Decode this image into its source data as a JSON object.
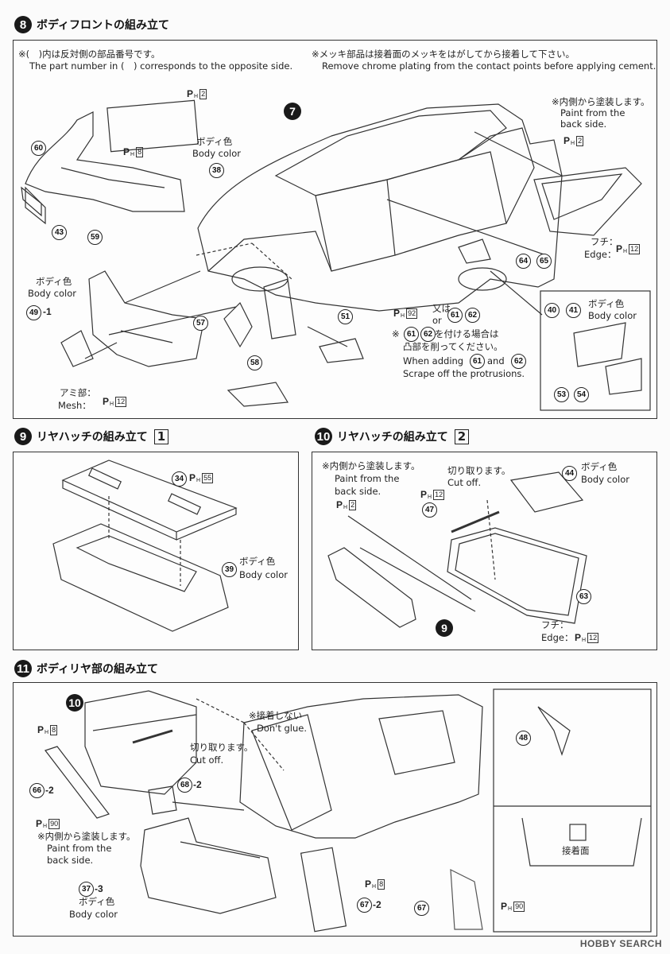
{
  "sections": {
    "s8": {
      "num": "8",
      "title": "ボディフロントの組み立て"
    },
    "s9": {
      "num": "9",
      "title": "リヤハッチの組み立て",
      "ref": "1"
    },
    "s10": {
      "num": "10",
      "title": "リヤハッチの組み立て",
      "ref": "2"
    },
    "s11": {
      "num": "11",
      "title": "ボディリヤ部の組み立て"
    }
  },
  "notes8": {
    "opp_jp": "※(　)内は反対側の部品番号です。",
    "opp_en": "The part number in (　) corresponds to the opposite side.",
    "chrome_jp": "※メッキ部品は接着面のメッキをはがしてから接着して下さい。",
    "chrome_en": "Remove chrome plating from the contact points before applying cement.",
    "paint_jp": "※内側から塗装します。",
    "paint_en1": "Paint from the",
    "paint_en2": "back side.",
    "body_jp": "ボディ色",
    "body_en": "Body color",
    "mesh_jp": "アミ部：",
    "mesh_en": "Mesh：",
    "edge_jp": "フチ：",
    "edge_en": "Edge：",
    "or_jp": "又は",
    "or_en": "or",
    "adding_jp1": "※",
    "adding_jp2": "を付ける場合は",
    "adding_jp3": "凸部を削ってください。",
    "adding_en1": "When adding",
    "adding_en2": "and",
    "adding_en3": "Scrape off the protrusions."
  },
  "notes10": {
    "paint_jp": "※内側から塗装します。",
    "paint_en1": "Paint from the",
    "paint_en2": "back side.",
    "cut_jp": "切り取ります。",
    "cut_en": "Cut off.",
    "body_jp": "ボディ色",
    "body_en": "Body color",
    "edge_jp": "フチ：",
    "edge_en": "Edge："
  },
  "notes9": {
    "body_jp": "ボディ色",
    "body_en": "Body color"
  },
  "notes11": {
    "noglue_jp": "※接着しない",
    "noglue_en": "Don't glue.",
    "cut_jp": "切り取ります。",
    "cut_en": "Cut off.",
    "paint_jp": "※内側から塗装します。",
    "paint_en1": "Paint from the",
    "paint_en2": "back side.",
    "body_jp": "ボディ色",
    "body_en": "Body color",
    "glue_face": "接着面"
  },
  "parts": {
    "p60": "60",
    "p43": "43",
    "p59": "59",
    "p38": "38",
    "p7": "7",
    "p49": "49",
    "s49": "-1",
    "p57": "57",
    "p58": "58",
    "p51": "51",
    "p61": "61",
    "p62": "62",
    "p64": "64",
    "p65": "65",
    "p40": "40",
    "p41": "41",
    "p53": "53",
    "p54": "54",
    "p34": "34",
    "p39": "39",
    "p44": "44",
    "p47": "47",
    "p63": "63",
    "p9": "9",
    "p10": "10",
    "p66": "66",
    "s66": "-2",
    "p68": "68",
    "s68": "-2",
    "p37": "37",
    "s37": "-3",
    "p67a": "67",
    "s67": "-2",
    "p67b": "67",
    "p48": "48"
  },
  "paint": {
    "ph2a": "2",
    "ph8a": "8",
    "ph2b": "2",
    "ph12a": "12",
    "ph12b": "12",
    "ph92": "92",
    "ph55": "55",
    "ph12c": "12",
    "ph2c": "2",
    "ph12d": "12",
    "ph8b": "8",
    "ph90a": "90",
    "ph8c": "8",
    "ph90b": "90",
    "p_letter": "P",
    "h_letter": "H"
  },
  "watermark": "HOBBY SEARCH"
}
